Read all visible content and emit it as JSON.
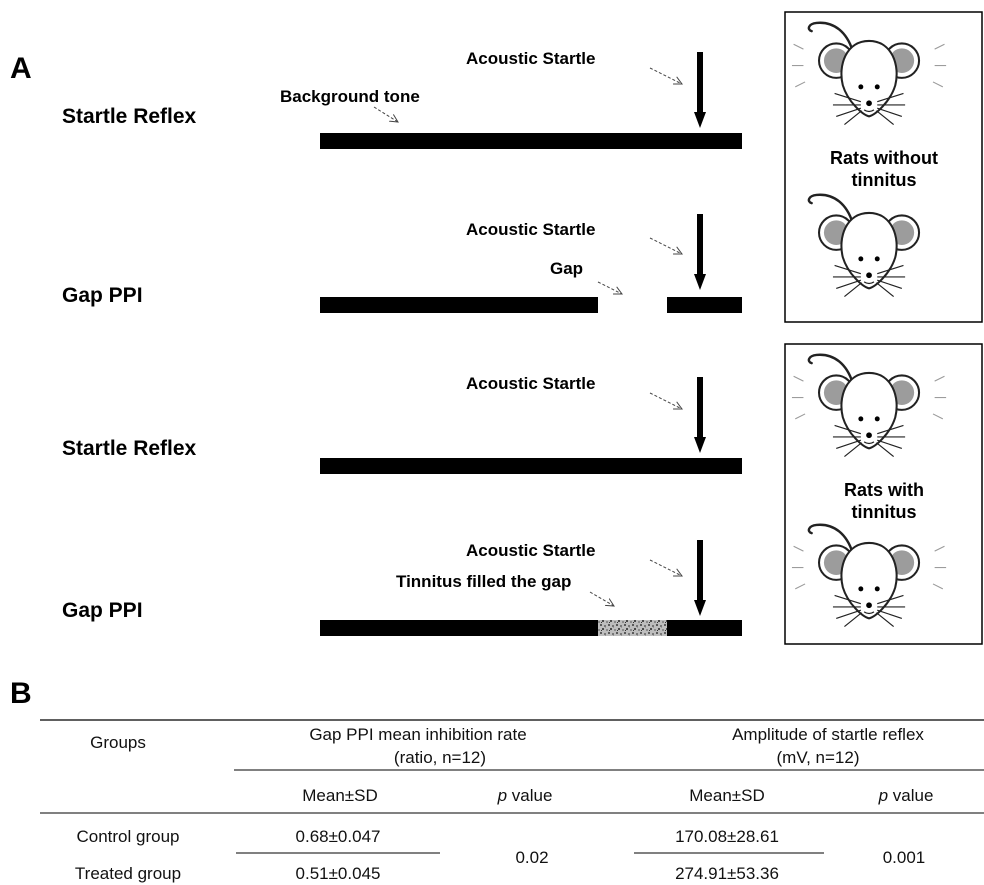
{
  "panel_a": {
    "letter": "A",
    "rows": [
      {
        "label": "Startle Reflex",
        "startle": "Acoustic Startle",
        "extra": "Background tone"
      },
      {
        "label": "Gap PPI",
        "startle": "Acoustic Startle",
        "extra": "Gap"
      },
      {
        "label": "Startle Reflex",
        "startle": "Acoustic Startle",
        "extra": ""
      },
      {
        "label": "Gap PPI",
        "startle": "Acoustic Startle",
        "extra": "Tinnitus filled the gap"
      }
    ],
    "rat_groups": [
      {
        "caption_line1": "Rats without",
        "caption_line2": "tinnitus"
      },
      {
        "caption_line1": "Rats with",
        "caption_line2": "tinnitus"
      }
    ]
  },
  "panel_b": {
    "letter": "B",
    "headers": {
      "groups": "Groups",
      "gap_line1": "Gap PPI mean inhibition rate",
      "gap_line2": "(ratio, n=12)",
      "amp_line1": "Amplitude of startle reflex",
      "amp_line2": "(mV, n=12)"
    },
    "subheaders": {
      "mean_sd_1": "Mean±SD",
      "p_1_italic": "p",
      "p_1_rest": " value",
      "mean_sd_2": "Mean±SD",
      "p_2_italic": "p",
      "p_2_rest": " value"
    },
    "rows": [
      {
        "group": "Control group",
        "gap_mean_sd": "0.68±0.047",
        "amp_mean_sd": "170.08±28.61"
      },
      {
        "group": "Treated group",
        "gap_mean_sd": "0.51±0.045",
        "amp_mean_sd": "274.91±53.36"
      }
    ],
    "gap_p_value": "0.02",
    "amp_p_value": "0.001"
  }
}
